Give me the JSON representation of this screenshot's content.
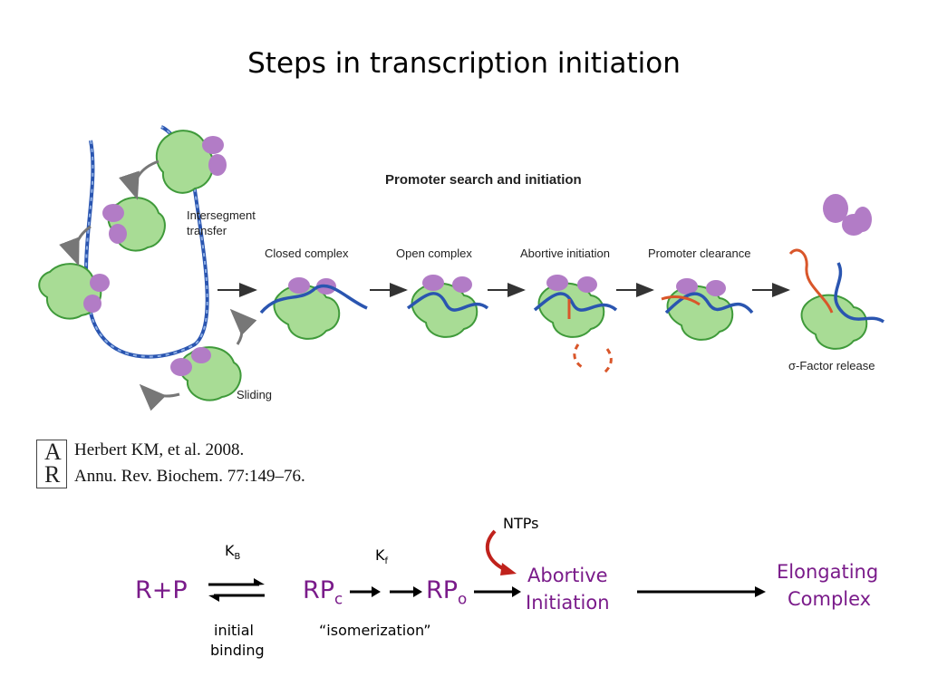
{
  "slide": {
    "title": "Steps in transcription initiation"
  },
  "figure": {
    "header": "Promoter search and initiation",
    "labels": {
      "intersegment_line1": "Intersegment",
      "intersegment_line2": "transfer",
      "sliding": "Sliding",
      "closed_complex": "Closed complex",
      "open_complex": "Open complex",
      "abortive_initiation": "Abortive initiation",
      "promoter_clearance": "Promoter clearance",
      "sigma_release": "σ-Factor release"
    },
    "citation": {
      "logo": "AR",
      "line1": "Herbert KM, et al. 2008.",
      "line2": "Annu. Rev. Biochem. 77:149–76."
    }
  },
  "scheme": {
    "r_p": "R+P",
    "kb": "K",
    "kb_sub": "B",
    "rp": "RP",
    "rpc_sub": "c",
    "rpo_sub": "o",
    "kf": "K",
    "kf_sub": "f",
    "ntps": "NTPs",
    "abortive_line1": "Abortive",
    "abortive_line2": "Initiation",
    "elong_line1": "Elongating",
    "elong_line2": "Complex",
    "initial_binding_line1": "initial",
    "initial_binding_line2": "binding",
    "isomerization": "“isomerization”"
  },
  "colors": {
    "purple_text": "#7a1b8a",
    "ntp_arrow": "#c0221c",
    "dna_blue": "#2a55b0",
    "protein_green": "#a8dc95",
    "protein_outline": "#3f9a3a",
    "sigma_purple": "#b27cc6",
    "rna_orange": "#d9562a"
  }
}
